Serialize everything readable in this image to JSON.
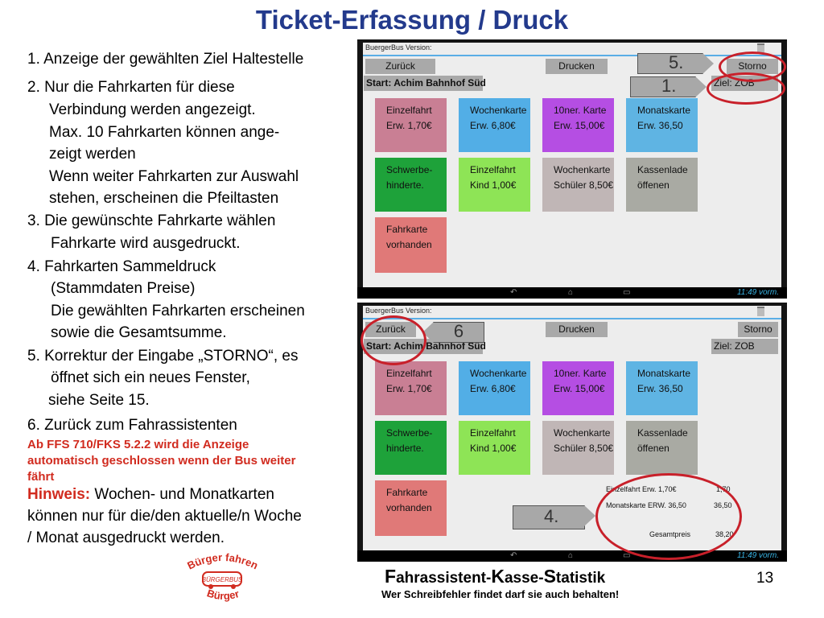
{
  "title": "Ticket-Erfassung / Druck",
  "instructions": {
    "item1": "1. Anzeige der gewählten Ziel Haltestelle",
    "item2": "2. Nur die Fahrkarten für diese",
    "item2b": "Verbindung werden angezeigt.",
    "item2c": "Max. 10 Fahrkarten können ange-",
    "item2d": "zeigt werden",
    "item2e": "Wenn weiter Fahrkarten zur Auswahl",
    "item2f": "stehen, erscheinen die Pfeiltasten",
    "item3": "3. Die gewünschte Fahrkarte wählen",
    "item3b": "Fahrkarte wird ausgedruckt.",
    "item4": "4. Fahrkarten Sammeldruck",
    "item4b": "(Stammdaten Preise)",
    "item4c": "Die gewählten Fahrkarten erscheinen",
    "item4d": "sowie die Gesamtsumme.",
    "item5": "5. Korrektur der Eingabe „STORNO“, es",
    "item5b": "öffnet sich ein neues Fenster,",
    "item5c": "siehe Seite 15.",
    "item6": "6. Zurück zum Fahrassistenten",
    "note1": "Ab FFS 710/FKS 5.2.2 wird die Anzeige",
    "note2": "automatisch geschlossen wenn der Bus weiter",
    "note3": "fährt",
    "hint_label": "Hinweis:",
    "hint1": " Wochen- und Monatkarten",
    "hint2": "können nur für die/den aktuelle/n Woche",
    "hint3": "/ Monat ausgedruckt werden."
  },
  "app": {
    "version_label": "BuergerBus Version:",
    "back_button": "Zurück",
    "print_button": "Drucken",
    "storno_button": "Storno",
    "start_label": "Start: Achim Bahnhof Süd",
    "destination_label": "Ziel: ZOB",
    "clock": "11:49 vorm.",
    "tickets": [
      {
        "line1": "Einzelfahrt",
        "line2": "Erw. 1,70€",
        "color": "#c97f94"
      },
      {
        "line1": "Wochenkarte",
        "line2": "Erw. 6,80€",
        "color": "#52aee6"
      },
      {
        "line1": "10ner. Karte",
        "line2": "Erw. 15,00€",
        "color": "#b54ee3"
      },
      {
        "line1": "Monatskarte",
        "line2": "Erw. 36,50",
        "color": "#5fb4e3"
      },
      {
        "line1": "Schwerbe-",
        "line2": "hinderte.",
        "color": "#1ea23a"
      },
      {
        "line1": "Einzelfahrt",
        "line2": "Kind 1,00€",
        "color": "#8ee456"
      },
      {
        "line1": "Wochenkarte",
        "line2": "Schüler 8,50€",
        "color": "#c0b6b6"
      },
      {
        "line1": "Kassenlade",
        "line2": "öffenen",
        "color": "#a9aaa3"
      },
      {
        "line1": "Fahrkarte",
        "line2": "vorhanden",
        "color": "#e07978"
      }
    ],
    "summary": {
      "row1_label": "Einzelfahrt Erw. 1,70€",
      "row1_value": "1,70",
      "row2_label": "Monatskarte ERW. 36,50",
      "row2_value": "36,50",
      "total_label": "Gesamtpreis",
      "total_value": "38,20"
    }
  },
  "callouts": {
    "a5": "5.",
    "a1": "1.",
    "a6": "6",
    "a4": "4."
  },
  "footer": {
    "brand_F": "F",
    "brand_1": "ahrassistent-",
    "brand_K": "K",
    "brand_2": "asse-",
    "brand_S": "S",
    "brand_3": "tatistik",
    "tagline": "Wer Schreibfehler findet darf sie auch behalten!",
    "page_number": "13"
  },
  "logo": {
    "top_text": "Bürger fahren",
    "bus_text": "BÜRGERBUS",
    "bottom_text": "Bürger"
  },
  "colors": {
    "title": "#233a8c",
    "accent_red": "#c8202a",
    "note_red": "#d12b1f",
    "clock": "#39b4e4"
  }
}
